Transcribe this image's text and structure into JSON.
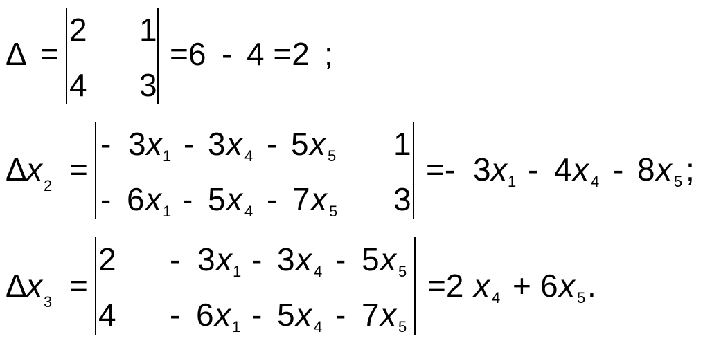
{
  "equations": [
    {
      "lhs": {
        "base": "Δ",
        "var": "",
        "sub": ""
      },
      "eq": "=",
      "rows": [
        [
          {
            "text": "2"
          },
          {
            "text": "1"
          }
        ],
        [
          {
            "text": "4"
          },
          {
            "text": "3"
          }
        ]
      ],
      "rhs": [
        {
          "text": "=6"
        },
        {
          "text": "-"
        },
        {
          "text": "4 =2"
        },
        {
          "text": ";"
        }
      ]
    },
    {
      "lhs": {
        "base": "Δ",
        "var": "x",
        "sub": "2"
      },
      "eq": "=",
      "rows": [
        [
          {
            "text": "-"
          },
          {
            "text": "3"
          },
          {
            "var": "x",
            "sub": "1"
          },
          {
            "text": "-"
          },
          {
            "text": "3"
          },
          {
            "var": "x",
            "sub": "4"
          },
          {
            "text": "-"
          },
          {
            "text": "5"
          },
          {
            "var": "x",
            "sub": "5"
          },
          {
            "text": "1"
          }
        ],
        [
          {
            "text": "-"
          },
          {
            "text": "6"
          },
          {
            "var": "x",
            "sub": "1"
          },
          {
            "text": "-"
          },
          {
            "text": "5"
          },
          {
            "var": "x",
            "sub": "4"
          },
          {
            "text": "-"
          },
          {
            "text": "7"
          },
          {
            "var": "x",
            "sub": "5"
          },
          {
            "text": "3"
          }
        ]
      ],
      "rhs": [
        {
          "text": "=-"
        },
        {
          "text": "3"
        },
        {
          "var": "x",
          "sub": "1"
        },
        {
          "text": "-"
        },
        {
          "text": "4"
        },
        {
          "var": "x",
          "sub": "4"
        },
        {
          "text": "-"
        },
        {
          "text": "8"
        },
        {
          "var": "x",
          "sub": "5"
        },
        {
          "text": ";"
        }
      ]
    },
    {
      "lhs": {
        "base": "Δ",
        "var": "x",
        "sub": "3"
      },
      "eq": "=",
      "rows": [
        [
          {
            "text": "2"
          },
          {
            "text": "-"
          },
          {
            "text": "3"
          },
          {
            "var": "x",
            "sub": "1"
          },
          {
            "text": "-"
          },
          {
            "text": "3"
          },
          {
            "var": "x",
            "sub": "4"
          },
          {
            "text": "-"
          },
          {
            "text": "5"
          },
          {
            "var": "x",
            "sub": "5"
          }
        ],
        [
          {
            "text": "4"
          },
          {
            "text": "-"
          },
          {
            "text": "6"
          },
          {
            "var": "x",
            "sub": "1"
          },
          {
            "text": "-"
          },
          {
            "text": "5"
          },
          {
            "var": "x",
            "sub": "4"
          },
          {
            "text": "-"
          },
          {
            "text": "7"
          },
          {
            "var": "x",
            "sub": "5"
          }
        ]
      ],
      "rhs": [
        {
          "text": "=2"
        },
        {
          "var": "x",
          "sub": "4"
        },
        {
          "text": "+"
        },
        {
          "text": "6"
        },
        {
          "var": "x",
          "sub": "5"
        },
        {
          "text": "."
        }
      ]
    }
  ]
}
